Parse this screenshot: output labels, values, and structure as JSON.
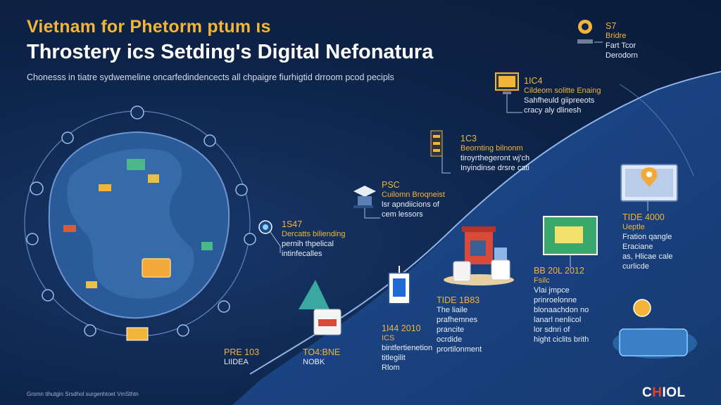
{
  "header": {
    "title_line1": "Vietnam for Phetorm ptum ιs",
    "title_line2": "Throstery ics Setding's Digital Nefonatura",
    "subtitle": "Chonesss in tiatre sydwemeline oncarfedindencects all chpaigre fiurhigtid drroom pcod pecipls"
  },
  "timeline": [
    {
      "id": "t1",
      "year": "1S47",
      "lines": [
        "Dercatts biliending",
        "pernih thpelical",
        "intinfecalles"
      ]
    },
    {
      "id": "t2",
      "year": "PSC",
      "lines": [
        "Cuilomn Broqneist",
        "lsr apndiicions of",
        "cem lessors"
      ]
    },
    {
      "id": "t3",
      "year": "1C3",
      "lines": [
        "Beornting bilnonm",
        "tiroyrthegeront wj'ch",
        "Inyindinse drsre cati"
      ]
    },
    {
      "id": "t4",
      "year": "1IC4",
      "lines": [
        "Cildeom solitte Enaing",
        "Sahfheuld giipreeots",
        "cracy aly dlinesh"
      ]
    },
    {
      "id": "t5",
      "year": "S7",
      "lines": [
        "Bridre",
        "Fart Tcor",
        "Derodorn"
      ]
    },
    {
      "id": "t6",
      "year": "TIDE 4000",
      "lines": [
        "Ueptle",
        "Fration qangle",
        "Eraciane",
        "as, Hlicae cale",
        "curlicde"
      ]
    },
    {
      "id": "t7",
      "year": "BB 20L 2012",
      "lines": [
        "Fsilc",
        "Vlai jmpce",
        "prinroelonne",
        "blonaachdon no",
        "lanarl nenlicol",
        "lor sdnri of",
        "hight ciclits brith"
      ]
    },
    {
      "id": "t8",
      "year": "TIDE 1B83",
      "lines": [
        "The liaile",
        "prafhemnes",
        "prancite",
        "ocrdide",
        "prortilonment"
      ]
    },
    {
      "id": "t9",
      "year": "1I44 2010",
      "lines": [
        "ICS",
        "bintfertienetion",
        "titlegilit",
        "Rlom"
      ]
    },
    {
      "id": "t10",
      "year": "TO4:BNE",
      "lines": [
        "NOBK"
      ]
    },
    {
      "id": "t11",
      "year": "PRE 103",
      "lines": [
        "LIIDEA"
      ]
    }
  ],
  "footer": {
    "credit": "Grsmn tihutgin Srsdhol surgenhtoet VmSthtn",
    "logo_a": "C",
    "logo_o": "H",
    "logo_b": "IOL"
  },
  "colors": {
    "background": "#0d2347",
    "accent": "#f2b43a",
    "water": "#2a5b98",
    "wave": "#1d4a8c",
    "logo_red": "#e8402a"
  },
  "icons": [
    "globe-map-icon",
    "network-node-icon",
    "monitor-location-icon",
    "computer-icon",
    "graduation-cap-icon",
    "shop-icon",
    "cup-icon",
    "server-icon"
  ]
}
